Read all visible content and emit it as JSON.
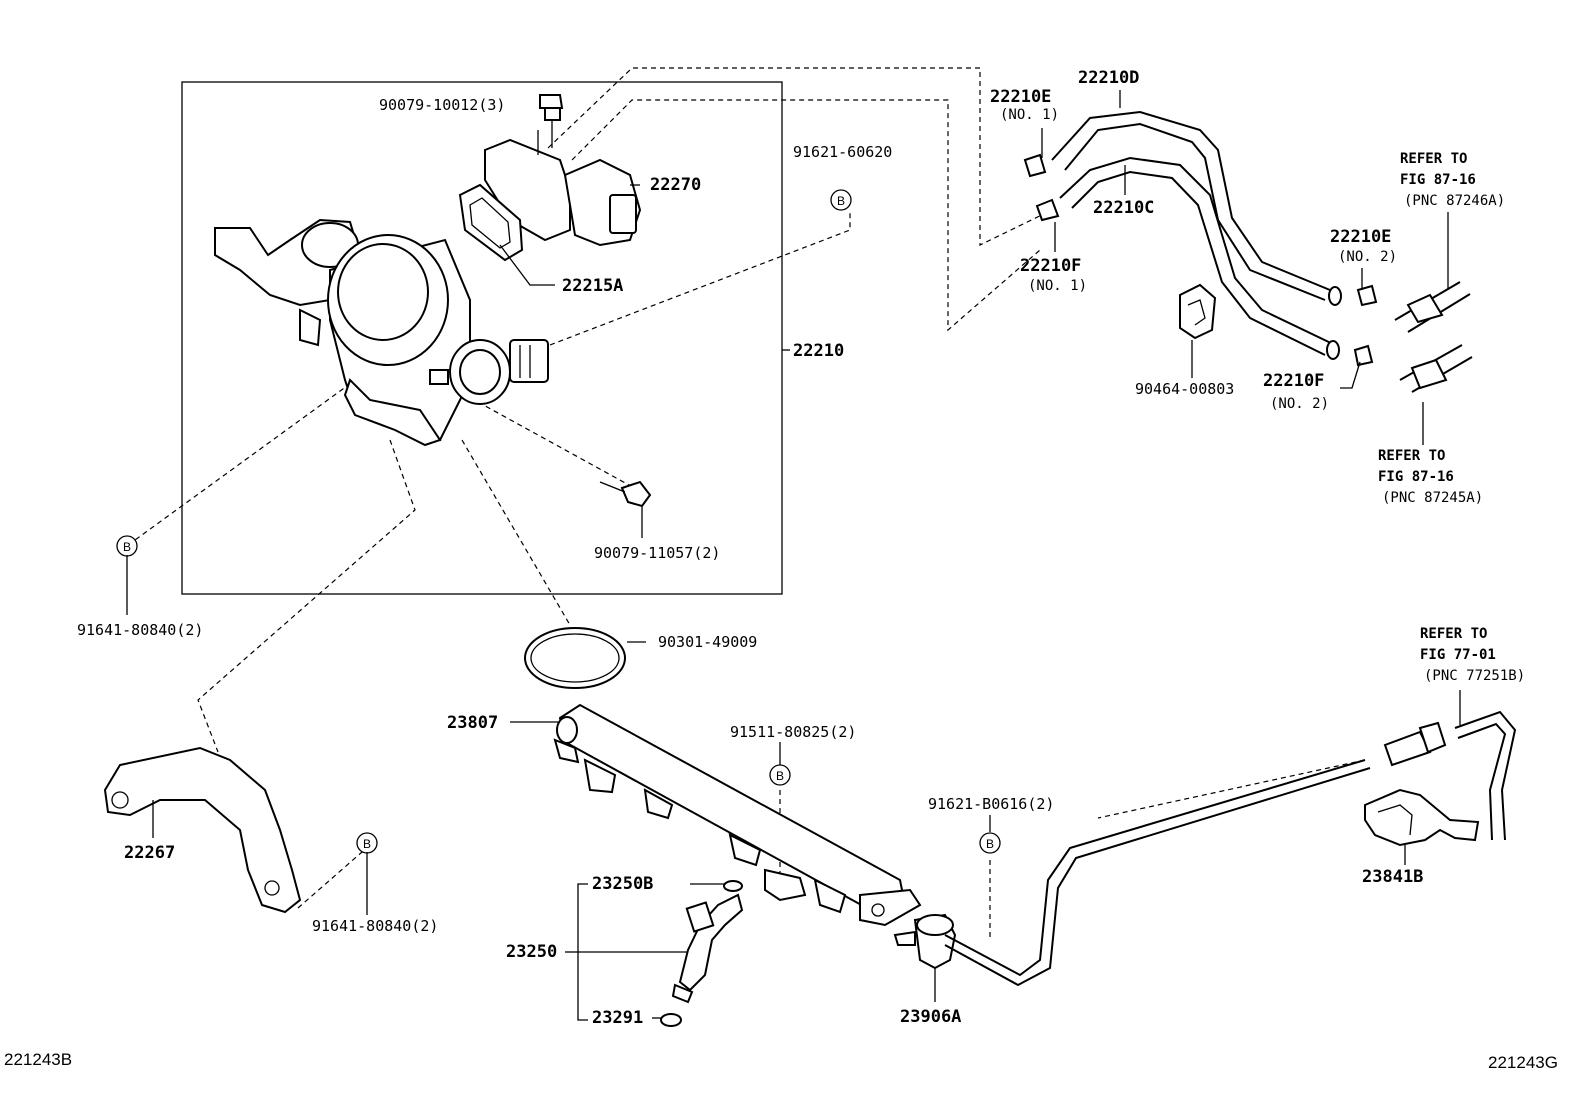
{
  "diagram": {
    "codes": {
      "left": "221243B",
      "right": "221243G"
    },
    "bmark": "B",
    "labels": {
      "p90079_10012": "90079-10012(3)",
      "p22270": "22270",
      "p91621_60620": "91621-60620",
      "p22215A": "22215A",
      "p22210": "22210",
      "p90079_11057": "90079-11057(2)",
      "p91641_80840_a": "91641-80840(2)",
      "p90301_49009": "90301-49009",
      "p22267": "22267",
      "p91641_80840_b": "91641-80840(2)",
      "p23807": "23807",
      "p91511_80825": "91511-80825(2)",
      "p23250B": "23250B",
      "p23250": "23250",
      "p23291": "23291",
      "p91621_B0616": "91621-B0616(2)",
      "p23906A": "23906A",
      "p22210D": "22210D",
      "p22210E_1": "22210E",
      "p22210E_1_sub": "(NO. 1)",
      "p22210C": "22210C",
      "p22210F_1": "22210F",
      "p22210F_1_sub": "(NO. 1)",
      "p90464_00803": "90464-00803",
      "p22210E_2": "22210E",
      "p22210E_2_sub": "(NO. 2)",
      "p22210F_2": "22210F",
      "p22210F_2_sub": "(NO. 2)",
      "p23841B": "23841B"
    },
    "refs": {
      "r1": {
        "l1": "REFER TO",
        "l2": "FIG 87-16",
        "l3": "(PNC 87246A)"
      },
      "r2": {
        "l1": "REFER TO",
        "l2": "FIG 87-16",
        "l3": "(PNC 87245A)"
      },
      "r3": {
        "l1": "REFER TO",
        "l2": "FIG 77-01",
        "l3": "(PNC 77251B)"
      }
    }
  }
}
